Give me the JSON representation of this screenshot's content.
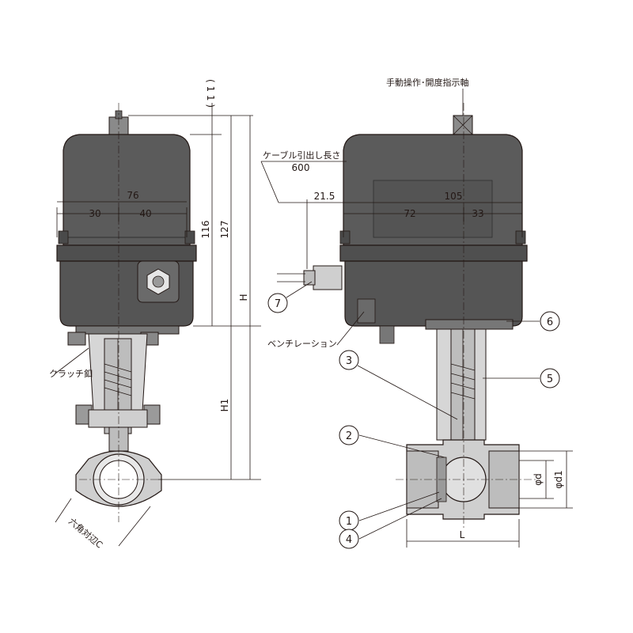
{
  "dimensions": {
    "d11": "( 1 1 )",
    "d76": "76",
    "d30": "30",
    "d40": "40",
    "d116": "116",
    "d127": "127",
    "dH": "H",
    "dH1": "H1",
    "d600": "600",
    "d21_5": "21.5",
    "d105": "105",
    "d72": "72",
    "d33": "33",
    "dphid": "φd",
    "dphid1": "φd1",
    "dL": "L"
  },
  "labels": {
    "manual_axis": "手動操作･開度指示軸",
    "cable_length": "ケーブル引出し長さ",
    "ventilation": "ベンチレーション",
    "clutch_pin": "クラッチ釦",
    "hex_across": "六角対辺C"
  },
  "callouts": [
    "1",
    "2",
    "3",
    "4",
    "5",
    "6",
    "7"
  ],
  "colors": {
    "line": "#231815",
    "body_fill": "#5b5b5b",
    "body_dark": "#3f3f3f",
    "light_fill": "#d9d9d9"
  }
}
